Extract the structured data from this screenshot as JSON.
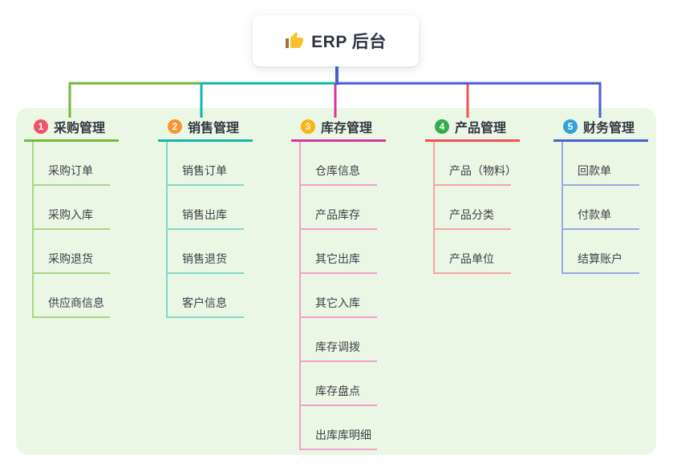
{
  "root": {
    "title": "ERP 后台",
    "icon": "thumbs-up-icon"
  },
  "branches": [
    {
      "number": "1",
      "label": "采购管理",
      "line_color": "#76b73f",
      "badge_color": "#f2526a",
      "children": [
        "采购订单",
        "采购入库",
        "采购退货",
        "供应商信息"
      ]
    },
    {
      "number": "2",
      "label": "销售管理",
      "line_color": "#14b5ab",
      "badge_color": "#f89530",
      "children": [
        "销售订单",
        "销售出库",
        "销售退货",
        "客户信息"
      ]
    },
    {
      "number": "3",
      "label": "库存管理",
      "line_color": "#d7369f",
      "badge_color": "#fbb312",
      "children": [
        "仓库信息",
        "产品库存",
        "其它出库",
        "其它入库",
        "库存调拨",
        "库存盘点",
        "出库库明细"
      ]
    },
    {
      "number": "4",
      "label": "产品管理",
      "line_color": "#f15152",
      "badge_color": "#2fae4a",
      "children": [
        "产品（物料）",
        "产品分类",
        "产品单位"
      ]
    },
    {
      "number": "5",
      "label": "财务管理",
      "line_color": "#4a5fd0",
      "badge_color": "#31a1dd",
      "children": [
        "回款单",
        "付款单",
        "结算账户"
      ]
    }
  ],
  "canvas": {
    "panel_background": "#ebf7e5",
    "root_connector_color": "#4a5fd0"
  }
}
